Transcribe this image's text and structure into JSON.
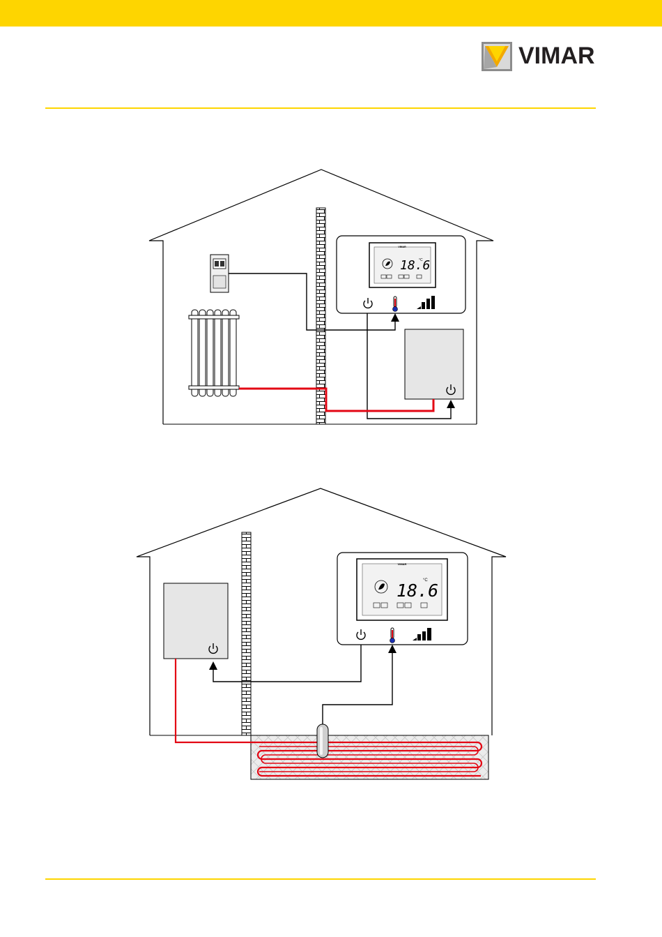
{
  "brand": {
    "name": "VIMAR",
    "accent_color": "#fed500"
  },
  "thermostat": {
    "brand_mark": "VIMAR",
    "temperature": "18.6",
    "unit": "°C"
  },
  "icons": {
    "power": "power-icon",
    "thermometer": "thermometer-icon",
    "signal": "signal-bars-icon",
    "leaf": "leaf-icon"
  },
  "colors": {
    "heating_pipe": "#e30613",
    "control_line": "#000000",
    "panel_fill": "#e6e6e6",
    "brick": "#ffffff"
  }
}
